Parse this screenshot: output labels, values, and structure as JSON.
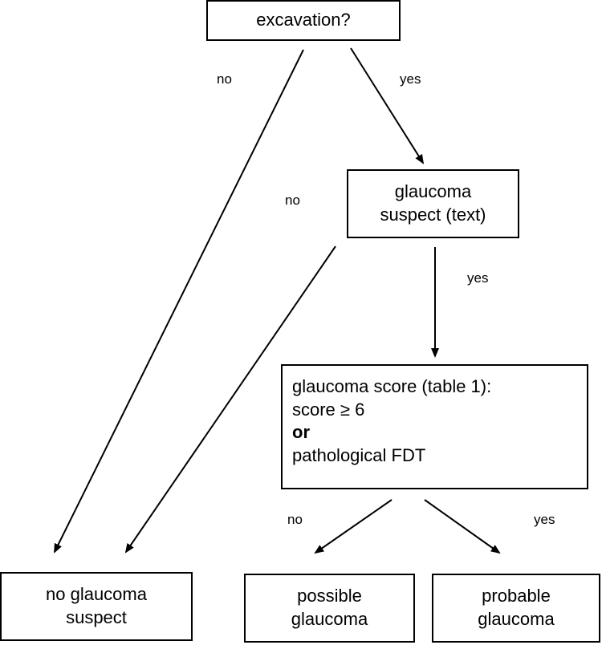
{
  "nodes": {
    "excavation": {
      "text": "excavation?"
    },
    "suspect": {
      "line1": "glaucoma",
      "line2": "suspect (text)"
    },
    "score": {
      "line1": "glaucoma score (table 1):",
      "line2": "score ≥ 6",
      "line3": "or",
      "line4": "pathological FDT"
    },
    "no_suspect": {
      "line1": "no glaucoma",
      "line2": "suspect"
    },
    "possible": {
      "line1": "possible",
      "line2": "glaucoma"
    },
    "probable": {
      "line1": "probable",
      "line2": "glaucoma"
    }
  },
  "edges": {
    "excavation_no": "no",
    "excavation_yes": "yes",
    "suspect_no": "no",
    "suspect_yes": "yes",
    "score_no": "no",
    "score_yes": "yes"
  }
}
